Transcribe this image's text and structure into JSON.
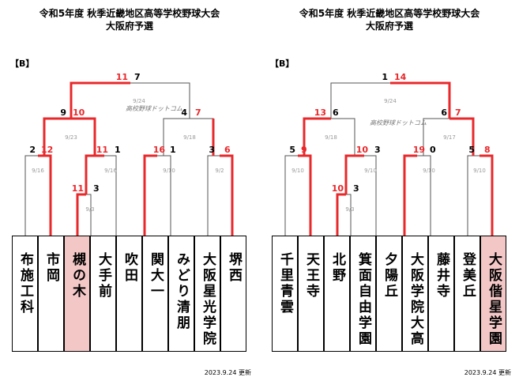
{
  "left": {
    "title1": "令和5年度 秋季近畿地区高等学校野球大会",
    "title2": "大阪府予選",
    "block": "【B】",
    "watermark": "高校野球ドットコム",
    "updated": "2023.9.24 更新",
    "teams": [
      {
        "name": "布施工科",
        "highlight": false
      },
      {
        "name": "市岡",
        "highlight": false
      },
      {
        "name": "槻の木",
        "highlight": true
      },
      {
        "name": "大手前",
        "highlight": false
      },
      {
        "name": "吹田",
        "highlight": false
      },
      {
        "name": "関大一",
        "highlight": false
      },
      {
        "name": "みどり清朋",
        "highlight": false
      },
      {
        "name": "大阪星光学院",
        "highlight": false
      },
      {
        "name": "堺西",
        "highlight": false
      }
    ],
    "scores": {
      "top_l": "11",
      "top_r": "7",
      "sf1_l": "9",
      "sf1_r": "10",
      "sf2_l": "4",
      "sf2_r": "7",
      "q1_l": "2",
      "q1_r": "12",
      "q2_l": "11",
      "q2_r": "1",
      "q3_l": "16",
      "q3_r": "1",
      "q4_l": "3",
      "q4_r": "6",
      "r1_l": "11",
      "r1_r": "3"
    },
    "dates": {
      "top": "9/24",
      "sf1": "9/23",
      "sf2": "9/18",
      "q1": "9/16",
      "q2": "9/16",
      "q3": "9/10",
      "q4": "9/2",
      "r1": "9/3"
    }
  },
  "right": {
    "title1": "令和5年度 秋季近畿地区高等学校野球大会",
    "title2": "大阪府予選",
    "block": "【B】",
    "watermark": "高校野球ドットコム",
    "updated": "2023.9.24 更新",
    "teams": [
      {
        "name": "千里青雲",
        "highlight": false
      },
      {
        "name": "天王寺",
        "highlight": false
      },
      {
        "name": "北野",
        "highlight": false
      },
      {
        "name": "箕面自由学園",
        "highlight": false
      },
      {
        "name": "夕陽丘",
        "highlight": false
      },
      {
        "name": "大阪学院大高",
        "highlight": false
      },
      {
        "name": "藤井寺",
        "highlight": false
      },
      {
        "name": "登美丘",
        "highlight": false
      },
      {
        "name": "大阪偕星学園",
        "highlight": true
      }
    ],
    "scores": {
      "top_l": "1",
      "top_r": "14",
      "sf1_l": "13",
      "sf1_r": "6",
      "sf2_l": "6",
      "sf2_r": "7",
      "q1_l": "5",
      "q1_r": "9",
      "q2_l": "10",
      "q2_r": "3",
      "q3_l": "19",
      "q3_r": "0",
      "q4_l": "5",
      "q4_r": "8",
      "r1_l": "10",
      "r1_r": "3"
    },
    "dates": {
      "top": "9/24",
      "sf1": "9/18",
      "sf2": "9/17",
      "q1": "9/10",
      "q2": "9/10",
      "q3": "9/10",
      "q4": "9/10",
      "r1": "9/3"
    }
  },
  "colors": {
    "win": "#e8282b",
    "line": "#555555",
    "date": "#9a9a9a",
    "highlight": "#f4c7c7"
  }
}
